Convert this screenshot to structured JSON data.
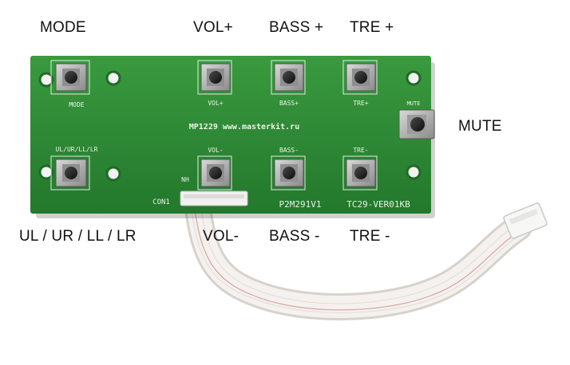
{
  "callouts": {
    "mode": "MODE",
    "vol_plus": "VOL+",
    "bass_plus": "BASS +",
    "tre_plus": "TRE +",
    "mute": "MUTE",
    "ul_ur": "UL / UR / LL / LR",
    "vol_minus": "VOL-",
    "bass_minus": "BASS -",
    "tre_minus": "TRE -"
  },
  "board": {
    "color": "#2e8b35",
    "silkscreen": {
      "mode": "MODE",
      "vol_plus": "VOL+",
      "bass_plus": "BASS+",
      "tre_plus": "TRE+",
      "mute": "MUTE",
      "title": "MP1229 www.masterkit.ru",
      "ul_ur": "UL/UR/LL/LR",
      "vol_minus": "VOL-",
      "bass_minus": "BASS-",
      "tre_minus": "TRE-",
      "nh": "NH",
      "con1": "CON1",
      "pcb_code_1": "P2M291V1",
      "pcb_code_2": "TC29-VER01KB"
    }
  }
}
